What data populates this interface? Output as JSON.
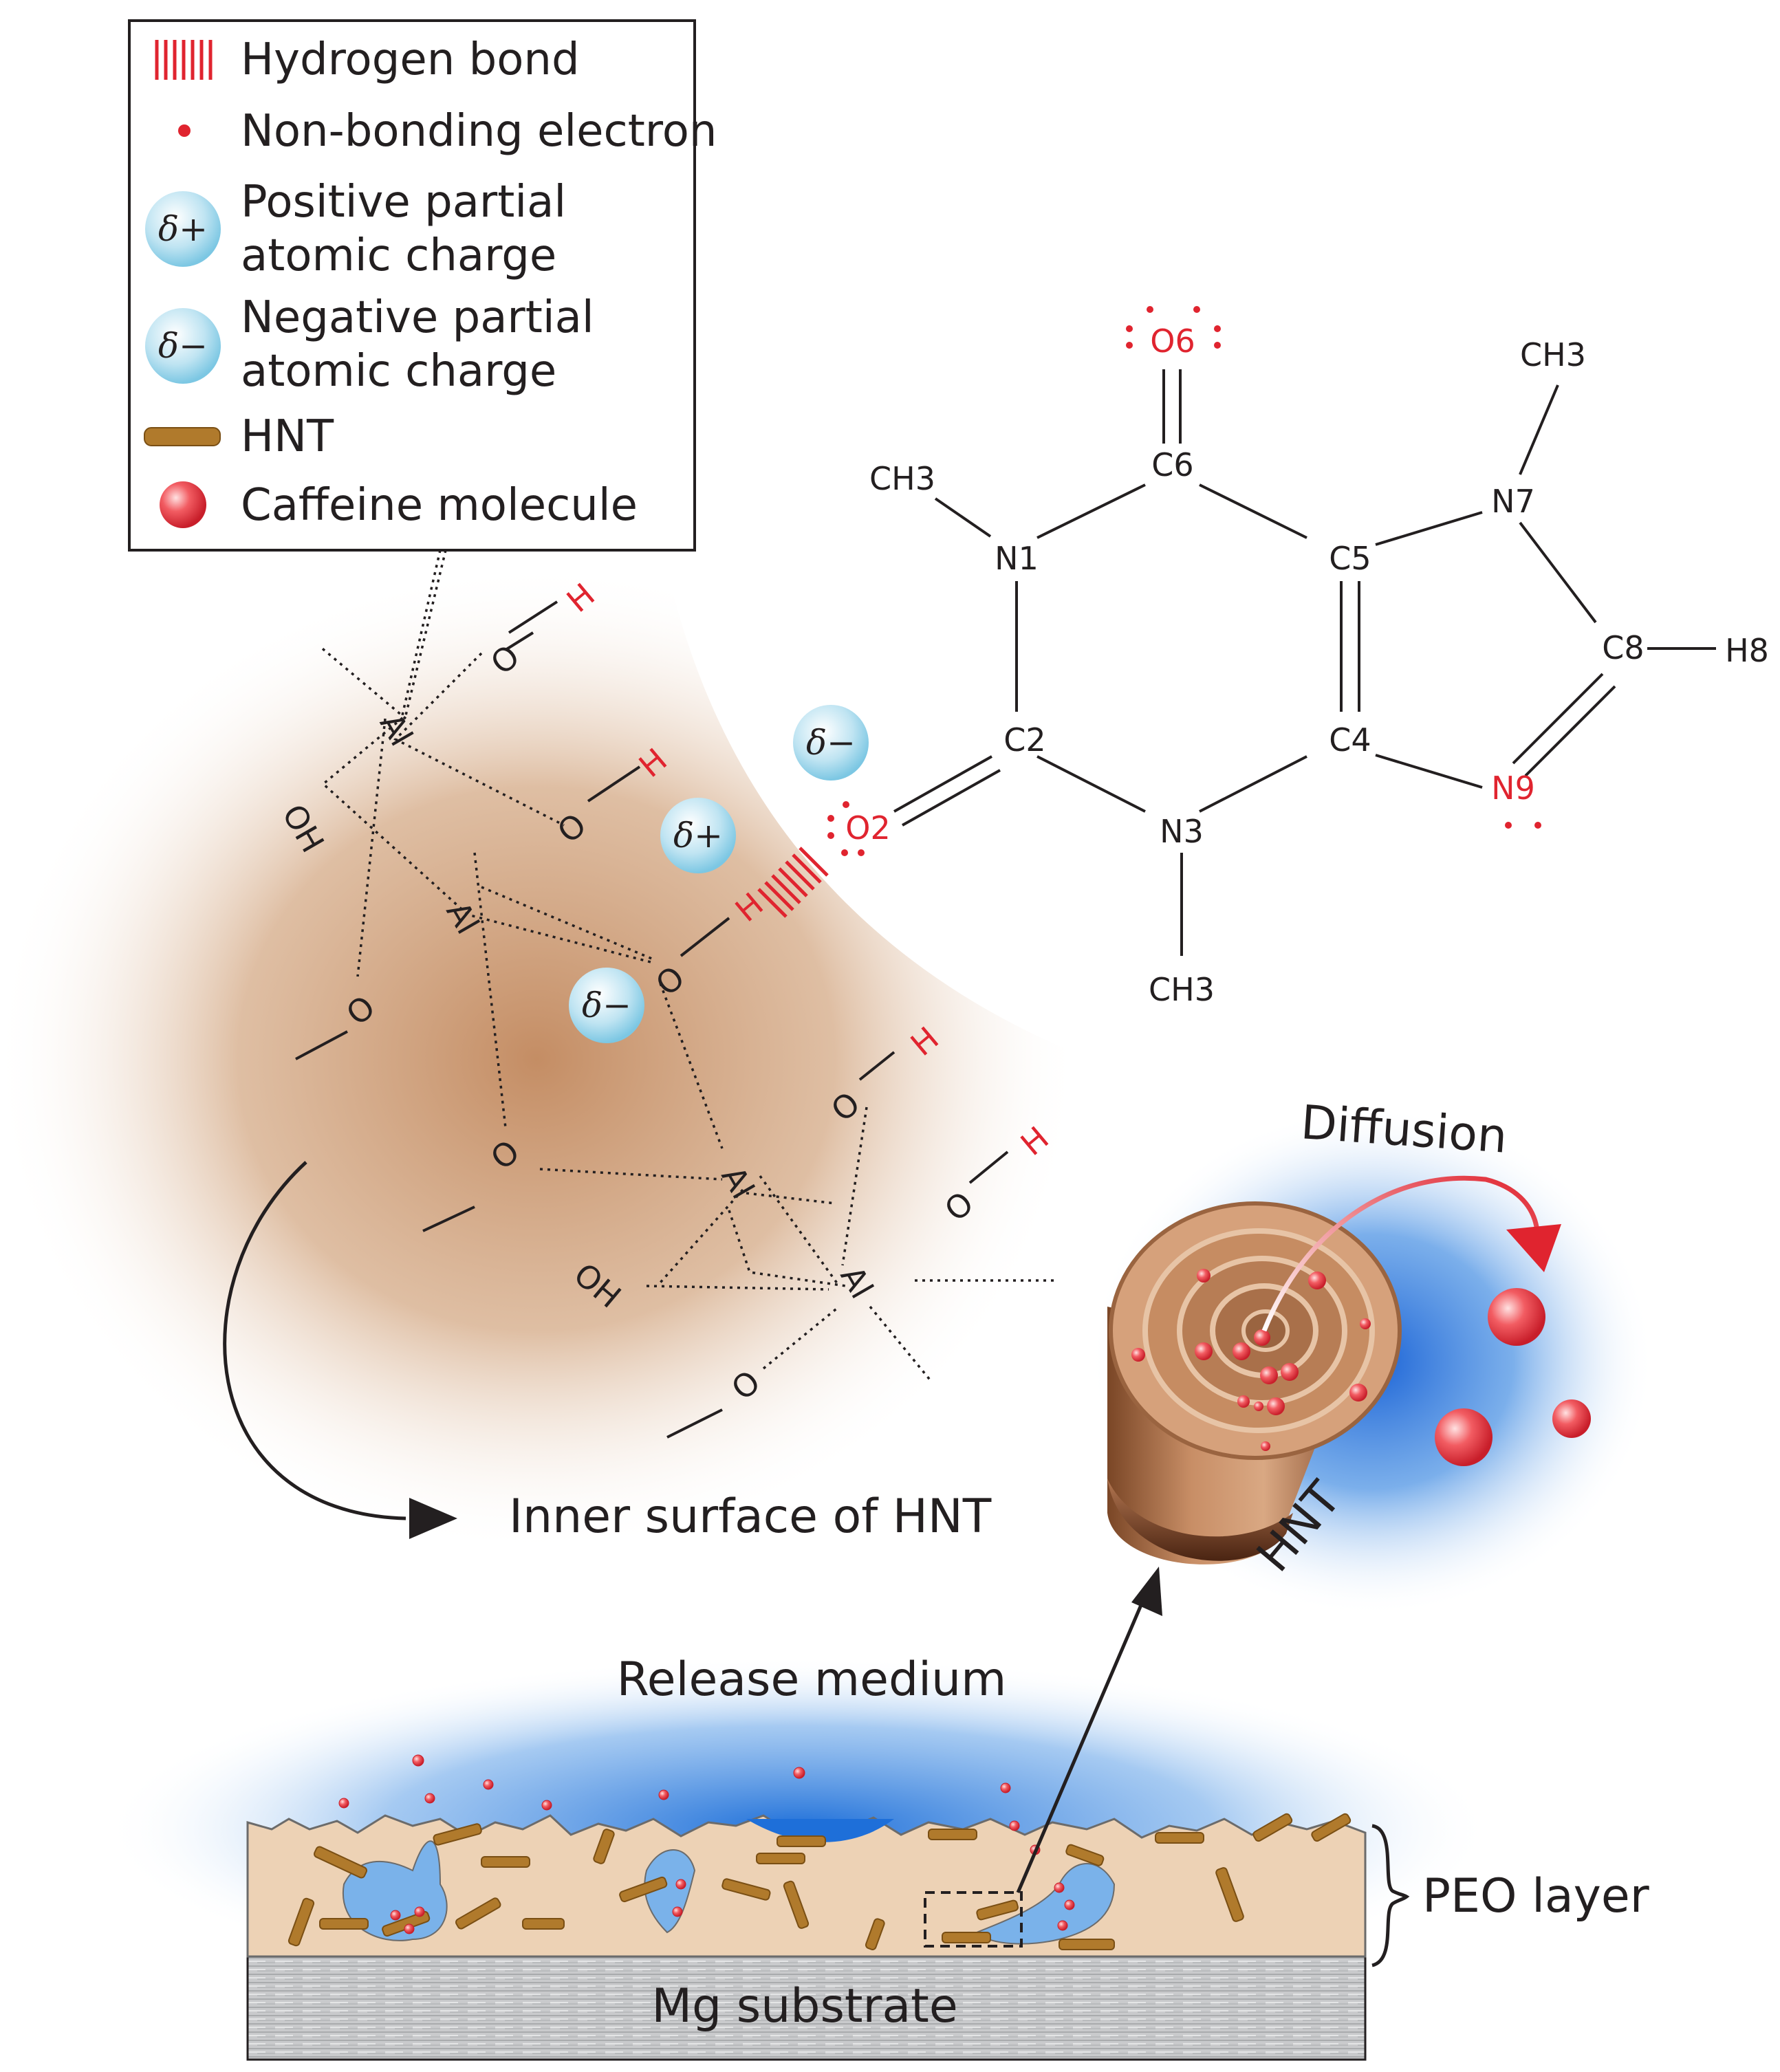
{
  "legend": {
    "hydrogen_bond": "Hydrogen bond",
    "non_bonding_electron": "Non-bonding electron",
    "positive_charge_line1": "Positive partial",
    "positive_charge_line2": "atomic charge",
    "negative_charge_line1": "Negative partial",
    "negative_charge_line2": "atomic charge",
    "hnt": "HNT",
    "caffeine": "Caffeine molecule",
    "delta_plus": "δ+",
    "delta_minus": "δ−"
  },
  "caffeine_atoms": {
    "o6": "O6",
    "c6": "C6",
    "n1": "N1",
    "c5": "C5",
    "n7": "N7",
    "c8": "C8",
    "h8": "H8",
    "c2": "C2",
    "c4": "C4",
    "n9": "N9",
    "n3": "N3",
    "o2": "O2",
    "ch3_n1": "CH3",
    "ch3_n7": "CH3",
    "ch3_n3": "CH3"
  },
  "surface_atoms": {
    "al": "Al",
    "o": "O",
    "h": "H",
    "oh": "OH"
  },
  "charges": {
    "delta_minus": "δ−",
    "delta_plus": "δ+"
  },
  "labels": {
    "inner_surface": "Inner surface of HNT",
    "diffusion": "Diffusion",
    "hnt": "HNT",
    "release_medium": "Release medium",
    "peo_layer": "PEO layer",
    "mg_substrate": "Mg substrate"
  },
  "colors": {
    "red": "#e0242f",
    "brown": "#c08a62",
    "blue": "#1e6fd9",
    "peo": "#edd2b5",
    "hnt_rod": "#b07a2c",
    "charge_bubble": "#bfe4f2"
  }
}
